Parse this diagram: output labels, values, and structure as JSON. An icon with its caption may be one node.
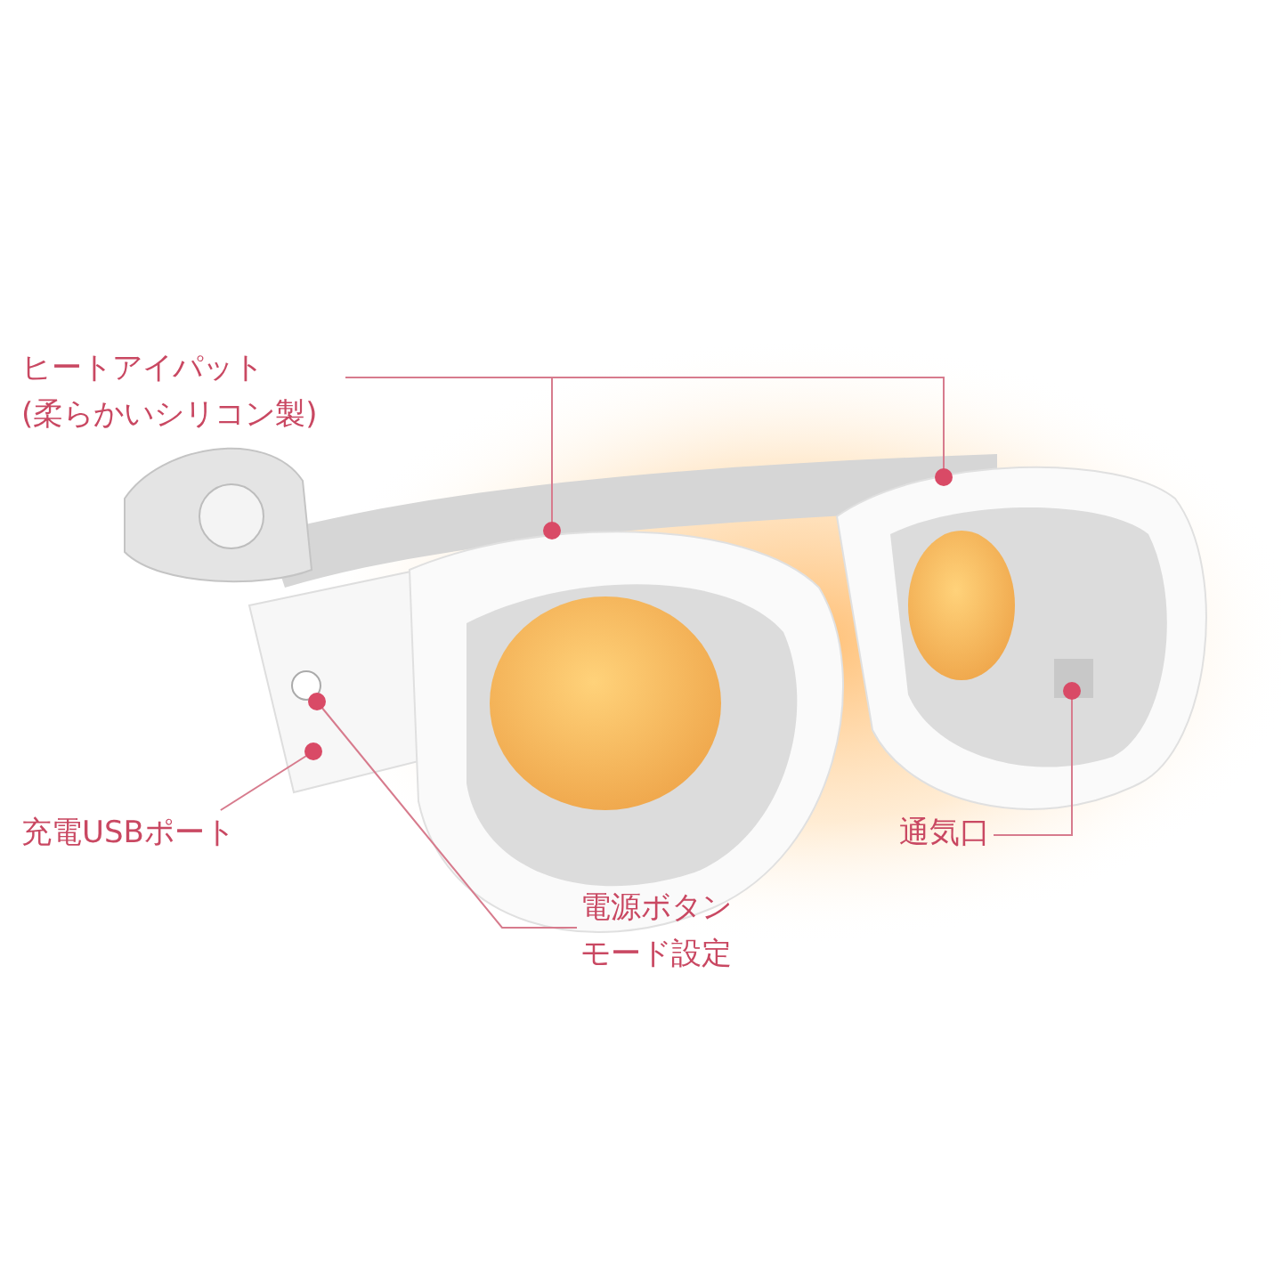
{
  "diagram": {
    "nodes": [
      {
        "text": [
          "ヒートアイパット(柔らかいシリコン製)"
        ]
      },
      {
        "text": [
          "充電USBポート"
        ]
      },
      {
        "text": [
          "電源ボタンモード設定"
        ]
      },
      {
        "text": [
          "通気口"
        ]
      }
    ],
    "edges": [
      {
        "from": 0,
        "to": null,
        "arrow": "other"
      },
      {
        "from": 0,
        "to": null,
        "arrow": "other"
      },
      {
        "from": 1,
        "to": null,
        "arrow": "other"
      },
      {
        "from": 2,
        "to": null,
        "arrow": "other"
      },
      {
        "from": 3,
        "to": null,
        "arrow": "other"
      }
    ]
  }
}
